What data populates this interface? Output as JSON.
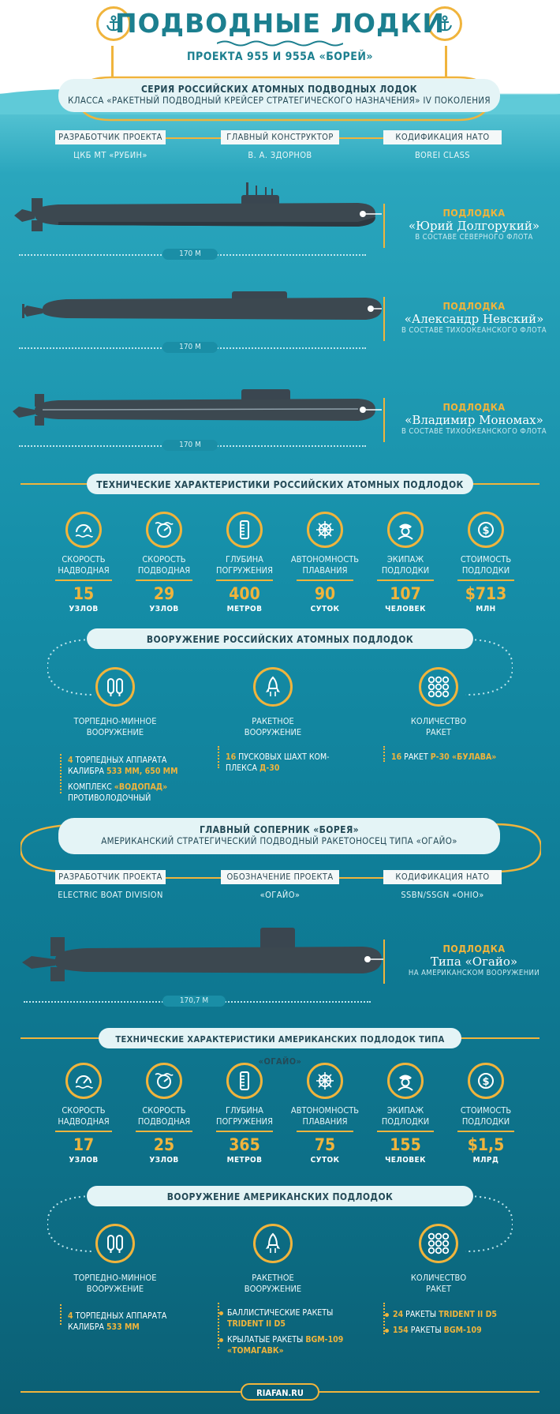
{
  "header": {
    "title": "ПОДВОДНЫЕ ЛОДКИ",
    "subtitle": "ПРОЕКТА 955 И 955А «БОРЕЙ»"
  },
  "intro": {
    "line1": "СЕРИЯ РОССИЙСКИХ АТОМНЫХ ПОДВОДНЫХ ЛОДОК",
    "line2": "КЛАССА «РАКЕТНЫЙ ПОДВОДНЫЙ КРЕЙСЕР СТРАТЕГИЧЕСКОГО НАЗНАЧЕНИЯ» IV ПОКОЛЕНИЯ"
  },
  "borei_info": [
    {
      "label": "РАЗРАБОТЧИК ПРОЕКТА",
      "value": "ЦКБ МТ «РУБИН»"
    },
    {
      "label": "ГЛАВНЫЙ КОНСТРУКТОР",
      "value": "В. А. ЗДОРНОВ"
    },
    {
      "label": "КОДИФИКАЦИЯ НАТО",
      "value": "BOREI CLASS"
    }
  ],
  "submarines": [
    {
      "kind": "ПОДЛОДКА",
      "name": "«Юрий Долгорукий»",
      "fleet": "В СОСТАВЕ СЕВЕРНОГО ФЛОТА",
      "length": "170 М"
    },
    {
      "kind": "ПОДЛОДКА",
      "name": "«Александр Невский»",
      "fleet": "В СОСТАВЕ ТИХООКЕАНСКОГО ФЛОТА",
      "length": "170 М"
    },
    {
      "kind": "ПОДЛОДКА",
      "name": "«Владимир Мономах»",
      "fleet": "В СОСТАВЕ ТИХООКЕАНСКОГО ФЛОТА",
      "length": "170 М"
    }
  ],
  "ru_specs": {
    "title": "ТЕХНИЧЕСКИЕ ХАРАКТЕРИСТИКИ РОССИЙСКИХ АТОМНЫХ ПОДЛОДОК",
    "items": [
      {
        "icon": "speedometer-waves-icon",
        "label1": "СКОРОСТЬ",
        "label2": "НАДВОДНАЯ",
        "value": "15",
        "unit": "УЗЛОВ"
      },
      {
        "icon": "speedometer-underwater-icon",
        "label1": "СКОРОСТЬ",
        "label2": "ПОДВОДНАЯ",
        "value": "29",
        "unit": "УЗЛОВ"
      },
      {
        "icon": "depth-gauge-icon",
        "label1": "ГЛУБИНА",
        "label2": "ПОГРУЖЕНИЯ",
        "value": "400",
        "unit": "МЕТРОВ"
      },
      {
        "icon": "ship-wheel-icon",
        "label1": "АВТОНОМНОСТЬ",
        "label2": "ПЛАВАНИЯ",
        "value": "90",
        "unit": "СУТОК"
      },
      {
        "icon": "captain-icon",
        "label1": "ЭКИПАЖ",
        "label2": "ПОДЛОДКИ",
        "value": "107",
        "unit": "ЧЕЛОВЕК"
      },
      {
        "icon": "dollar-coin-icon",
        "label1": "СТОИМОСТЬ",
        "label2": "ПОДЛОДКИ",
        "value": "$713",
        "unit": "МЛН"
      }
    ]
  },
  "ru_arms": {
    "title": "ВООРУЖЕНИЕ РОССИЙСКИХ АТОМНЫХ ПОДЛОДОК",
    "cols": [
      {
        "icon": "torpedo-icon",
        "label1": "ТОРПЕДНО-МИННОЕ",
        "label2": "ВООРУЖЕНИЕ"
      },
      {
        "icon": "rocket-icon",
        "label1": "РАКЕТНОЕ",
        "label2": "ВООРУЖЕНИЕ"
      },
      {
        "icon": "missile-silos-icon",
        "label1": "КОЛИЧЕСТВО",
        "label2": "РАКЕТ"
      }
    ],
    "torpedo": {
      "n": "4",
      "t1": " ТОРПЕДНЫХ АППАРАТА",
      "t2": "КАЛИБРА ",
      "cal": "533 ММ, 650 ММ",
      "c1": "КОМПЛЕКС ",
      "c1y": "«ВОДОПАД»",
      "c2": "ПРОТИВОЛОДОЧНЫЙ"
    },
    "missile": {
      "n": "16",
      "t1": " ПУСКОВЫХ ШАХТ КОМ-",
      "t2": "ПЛЕКСА ",
      "y": "Д-30"
    },
    "count": {
      "n": "16",
      "t": " РАКЕТ ",
      "y": "Р-30 «БУЛАВА»"
    }
  },
  "rival": {
    "line1": "ГЛАВНЫЙ СОПЕРНИК «БОРЕЯ»",
    "line2": "АМЕРИКАНСКИЙ СТРАТЕГИЧЕСКИЙ ПОДВОДНЫЙ РАКЕТОНОСЕЦ ТИПА «ОГАЙО»"
  },
  "ohio_info": [
    {
      "label": "РАЗРАБОТЧИК ПРОЕКТА",
      "value": "ELECTRIC BOAT DIVISION"
    },
    {
      "label": "ОБОЗНАЧЕНИЕ ПРОЕКТА",
      "value": "«ОГАЙО»"
    },
    {
      "label": "КОДИФИКАЦИЯ НАТО",
      "value": "SSBN/SSGN «OHIO»"
    }
  ],
  "ohio_sub": {
    "kind": "ПОДЛОДКА",
    "name": "Типа «Огайо»",
    "fleet": "НА АМЕРИКАНСКОМ ВООРУЖЕНИИ",
    "length": "170,7 М"
  },
  "us_specs": {
    "title": "ТЕХНИЧЕСКИЕ ХАРАКТЕРИСТИКИ АМЕРИКАНСКИХ ПОДЛОДОК ТИПА «ОГАЙО»",
    "items": [
      {
        "icon": "speedometer-waves-icon",
        "label1": "СКОРОСТЬ",
        "label2": "НАДВОДНАЯ",
        "value": "17",
        "unit": "УЗЛОВ"
      },
      {
        "icon": "speedometer-underwater-icon",
        "label1": "СКОРОСТЬ",
        "label2": "ПОДВОДНАЯ",
        "value": "25",
        "unit": "УЗЛОВ"
      },
      {
        "icon": "depth-gauge-icon",
        "label1": "ГЛУБИНА",
        "label2": "ПОГРУЖЕНИЯ",
        "value": "365",
        "unit": "МЕТРОВ"
      },
      {
        "icon": "ship-wheel-icon",
        "label1": "АВТОНОМНОСТЬ",
        "label2": "ПЛАВАНИЯ",
        "value": "75",
        "unit": "СУТОК"
      },
      {
        "icon": "captain-icon",
        "label1": "ЭКИПАЖ",
        "label2": "ПОДЛОДКИ",
        "value": "155",
        "unit": "ЧЕЛОВЕК"
      },
      {
        "icon": "dollar-coin-icon",
        "label1": "СТОИМОСТЬ",
        "label2": "ПОДЛОДКИ",
        "value": "$1,5",
        "unit": "МЛРД"
      }
    ]
  },
  "us_arms": {
    "title": "ВООРУЖЕНИЕ АМЕРИКАНСКИХ ПОДЛОДОК",
    "cols": [
      {
        "icon": "torpedo-icon",
        "label1": "ТОРПЕДНО-МИННОЕ",
        "label2": "ВООРУЖЕНИЕ"
      },
      {
        "icon": "rocket-icon",
        "label1": "РАКЕТНОЕ",
        "label2": "ВООРУЖЕНИЕ"
      },
      {
        "icon": "missile-silos-icon",
        "label1": "КОЛИЧЕСТВО",
        "label2": "РАКЕТ"
      }
    ],
    "torpedo": {
      "n": "4",
      "t1": " ТОРПЕДНЫХ АППАРАТА",
      "t2": "КАЛИБРА ",
      "cal": "533 ММ"
    },
    "missile": {
      "a1": "БАЛЛИСТИЧЕСКИЕ РАКЕТЫ",
      "a2": "TRIDENT II D5",
      "b1": "КРЫЛАТЫЕ РАКЕТЫ ",
      "b1y": "BGM-109",
      "b2": "«ТОМАГАВК»"
    },
    "count": {
      "n1": "24",
      "t1": " РАКЕТЫ ",
      "y1": "TRIDENT II D5",
      "n2": "154",
      "t2": " РАКЕТЫ ",
      "y2": "BGM-109"
    }
  },
  "footer": {
    "source": "RIAFAN.RU"
  },
  "colors": {
    "accent": "#f0b43c",
    "teal": "#1c7f8f",
    "pill": "#e4f4f6"
  }
}
